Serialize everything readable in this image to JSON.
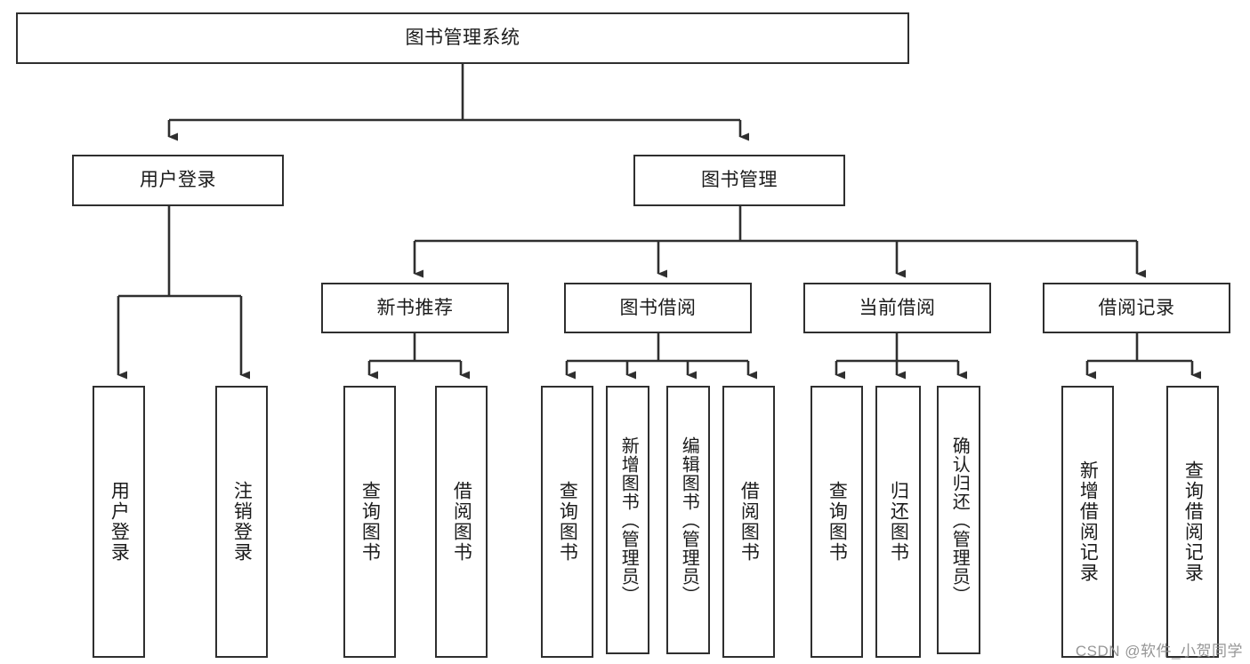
{
  "diagram": {
    "title": "图书管理系统",
    "type": "tree-hierarchy-chart",
    "watermark": "CSDN @软件_小贺同学",
    "style": {
      "background": "#ffffff",
      "stroke": "#2f2f2f",
      "text": "#1b1b1b",
      "watermark_color": "#8e8e8e"
    },
    "root": {
      "label": "图书管理系统"
    },
    "level2": [
      {
        "id": "user-login",
        "label": "用户登录"
      },
      {
        "id": "book-manage",
        "label": "图书管理"
      }
    ],
    "level3": [
      {
        "id": "new-book-recommend",
        "label": "新书推荐"
      },
      {
        "id": "book-borrow",
        "label": "图书借阅"
      },
      {
        "id": "current-borrow",
        "label": "当前借阅"
      },
      {
        "id": "borrow-record",
        "label": "借阅记录"
      }
    ],
    "leaves": {
      "user_login": [
        {
          "id": "leaf-user-login",
          "label": "用户登录"
        },
        {
          "id": "leaf-user-logout",
          "label": "注销登录"
        }
      ],
      "new_book_recommend": [
        {
          "id": "leaf-query-book-1",
          "label": "查询图书"
        },
        {
          "id": "leaf-borrow-book-1",
          "label": "借阅图书"
        }
      ],
      "book_borrow": [
        {
          "id": "leaf-query-book-2",
          "label": "查询图书"
        },
        {
          "id": "leaf-add-book",
          "label": "新增图书（管理员）"
        },
        {
          "id": "leaf-edit-book",
          "label": "编辑图书（管理员）"
        },
        {
          "id": "leaf-borrow-book-2",
          "label": "借阅图书"
        }
      ],
      "current_borrow": [
        {
          "id": "leaf-query-book-3",
          "label": "查询图书"
        },
        {
          "id": "leaf-return-book",
          "label": "归还图书"
        },
        {
          "id": "leaf-confirm-return",
          "label": "确认归还（管理员）"
        }
      ],
      "borrow_record": [
        {
          "id": "leaf-add-record",
          "label": "新增借阅记录"
        },
        {
          "id": "leaf-query-record",
          "label": "查询借阅记录"
        }
      ]
    }
  }
}
